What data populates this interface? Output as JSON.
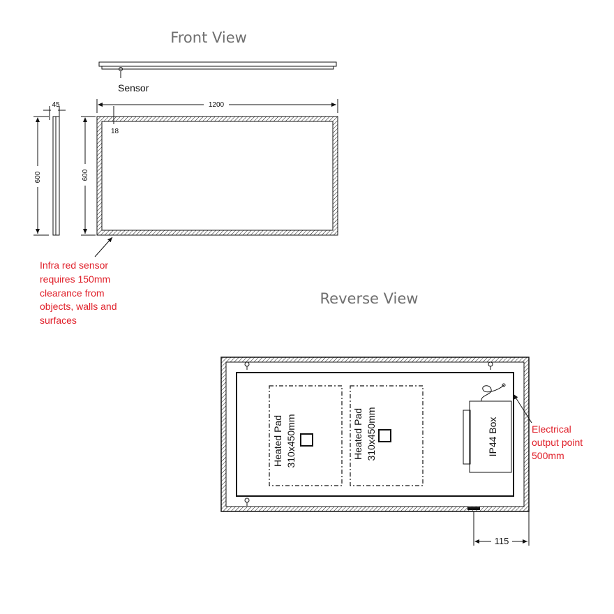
{
  "front_view": {
    "title": "Front View",
    "sensor_label": "Sensor",
    "width_dim": "1200",
    "height_dim": "600",
    "depth_dim": "45",
    "side_height_dim": "600",
    "frame_dim": "18",
    "note_lines": [
      "Infra red sensor",
      "requires 150mm",
      "clearance from",
      "objects, walls and",
      "surfaces"
    ]
  },
  "reverse_view": {
    "title": "Reverse View",
    "pads": [
      {
        "line1": "Heated Pad",
        "line2": "310x450mm"
      },
      {
        "line1": "Heated Pad",
        "line2": "310x450mm"
      }
    ],
    "box_label": "IP44 Box",
    "offset_dim": "115",
    "electrical_note_lines": [
      "Electrical",
      "output point",
      "500mm"
    ]
  },
  "colors": {
    "title_gray": "#6f6f6f",
    "note_red": "#e0202a",
    "line": "#111111"
  }
}
